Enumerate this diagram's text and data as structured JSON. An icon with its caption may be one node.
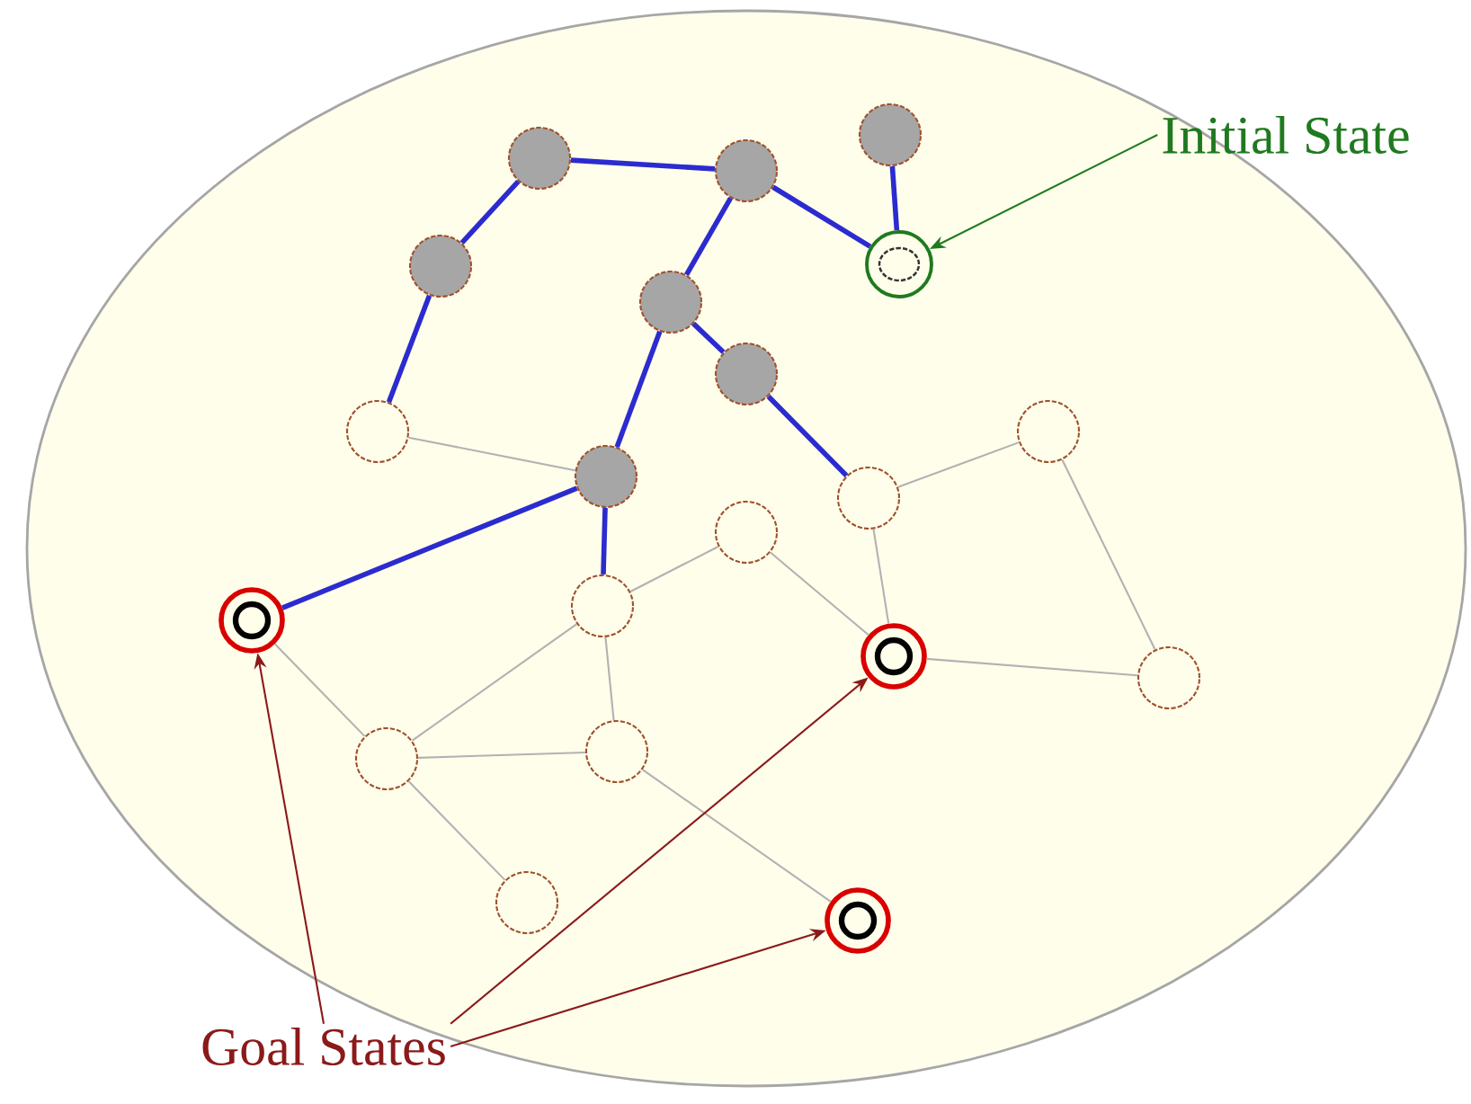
{
  "diagram": {
    "nodes": [
      {
        "text": [],
        "shape": "ellipse"
      },
      {
        "text": [],
        "shape": "circle",
        "in": 0
      },
      {
        "text": [],
        "shape": "circle",
        "in": 0
      },
      {
        "text": [],
        "shape": "circle",
        "in": 0
      },
      {
        "text": [],
        "shape": "circle",
        "in": 0
      },
      {
        "text": [],
        "shape": "circle",
        "in": 0
      },
      {
        "text": [],
        "shape": "circle",
        "in": 0
      },
      {
        "text": [],
        "shape": "circle",
        "in": 0
      },
      {
        "text": [],
        "shape": "circle",
        "in": 0
      },
      {
        "text": [],
        "shape": "circle",
        "in": 0
      },
      {
        "text": [],
        "shape": "circle",
        "in": 0
      },
      {
        "text": [],
        "shape": "circle",
        "in": 0
      },
      {
        "text": [],
        "shape": "circle",
        "in": 0
      },
      {
        "text": [],
        "shape": "circle",
        "in": 0
      },
      {
        "text": [],
        "shape": "circle",
        "in": 0
      },
      {
        "text": [],
        "shape": "circle",
        "in": 0
      },
      {
        "text": [],
        "shape": "circle",
        "in": 0
      },
      {
        "text": [],
        "shape": "circle",
        "in": 0
      },
      {
        "text": [],
        "shape": "circle",
        "in": 0
      },
      {
        "text": [],
        "shape": "circle",
        "in": 0
      },
      {
        "text": [],
        "shape": "circle",
        "in": 0
      },
      {
        "text": [
          "Initial State"
        ]
      },
      {
        "text": [
          "Goal States"
        ]
      }
    ],
    "edges": [
      {
        "from": 1,
        "to": 4,
        "arrow": "none",
        "style": "thick",
        "color": "#2b2bd0"
      },
      {
        "from": 3,
        "to": 4,
        "arrow": "none",
        "style": "thick",
        "color": "#2b2bd0"
      },
      {
        "from": 2,
        "to": 3,
        "arrow": "none",
        "style": "thick",
        "color": "#2b2bd0"
      },
      {
        "from": 2,
        "to": 5,
        "arrow": "none",
        "style": "thick",
        "color": "#2b2bd0"
      },
      {
        "from": 5,
        "to": 8,
        "arrow": "none",
        "style": "thick",
        "color": "#2b2bd0"
      },
      {
        "from": 3,
        "to": 6,
        "arrow": "none",
        "style": "thick",
        "color": "#2b2bd0"
      },
      {
        "from": 6,
        "to": 7,
        "arrow": "none",
        "style": "thick",
        "color": "#2b2bd0"
      },
      {
        "from": 6,
        "to": 10,
        "arrow": "none",
        "style": "thick",
        "color": "#2b2bd0"
      },
      {
        "from": 7,
        "to": 11,
        "arrow": "none",
        "style": "thick",
        "color": "#2b2bd0"
      },
      {
        "from": 10,
        "to": 14,
        "arrow": "none",
        "style": "thick",
        "color": "#2b2bd0"
      },
      {
        "from": 10,
        "to": 13,
        "arrow": "none",
        "style": "thick",
        "color": "#2b2bd0"
      },
      {
        "from": 8,
        "to": 10,
        "arrow": "none"
      },
      {
        "from": 11,
        "to": 9,
        "arrow": "none"
      },
      {
        "from": 9,
        "to": 16,
        "arrow": "none"
      },
      {
        "from": 11,
        "to": 15,
        "arrow": "none"
      },
      {
        "from": 12,
        "to": 15,
        "arrow": "none"
      },
      {
        "from": 13,
        "to": 12,
        "arrow": "none"
      },
      {
        "from": 13,
        "to": 17,
        "arrow": "none"
      },
      {
        "from": 13,
        "to": 18,
        "arrow": "none"
      },
      {
        "from": 18,
        "to": 17,
        "arrow": "none"
      },
      {
        "from": 14,
        "to": 18,
        "arrow": "none"
      },
      {
        "from": 18,
        "to": 19,
        "arrow": "none"
      },
      {
        "from": 17,
        "to": 20,
        "arrow": "none"
      },
      {
        "from": 15,
        "to": 16,
        "arrow": "none"
      },
      {
        "from": 21,
        "to": 4,
        "arrow": "to",
        "color": "#1f7a1f"
      },
      {
        "from": 22,
        "to": 14,
        "arrow": "to",
        "color": "#8b1a1a"
      },
      {
        "from": 22,
        "to": 15,
        "arrow": "to",
        "color": "#8b1a1a"
      },
      {
        "from": 22,
        "to": 20,
        "arrow": "to",
        "color": "#8b1a1a"
      }
    ]
  }
}
